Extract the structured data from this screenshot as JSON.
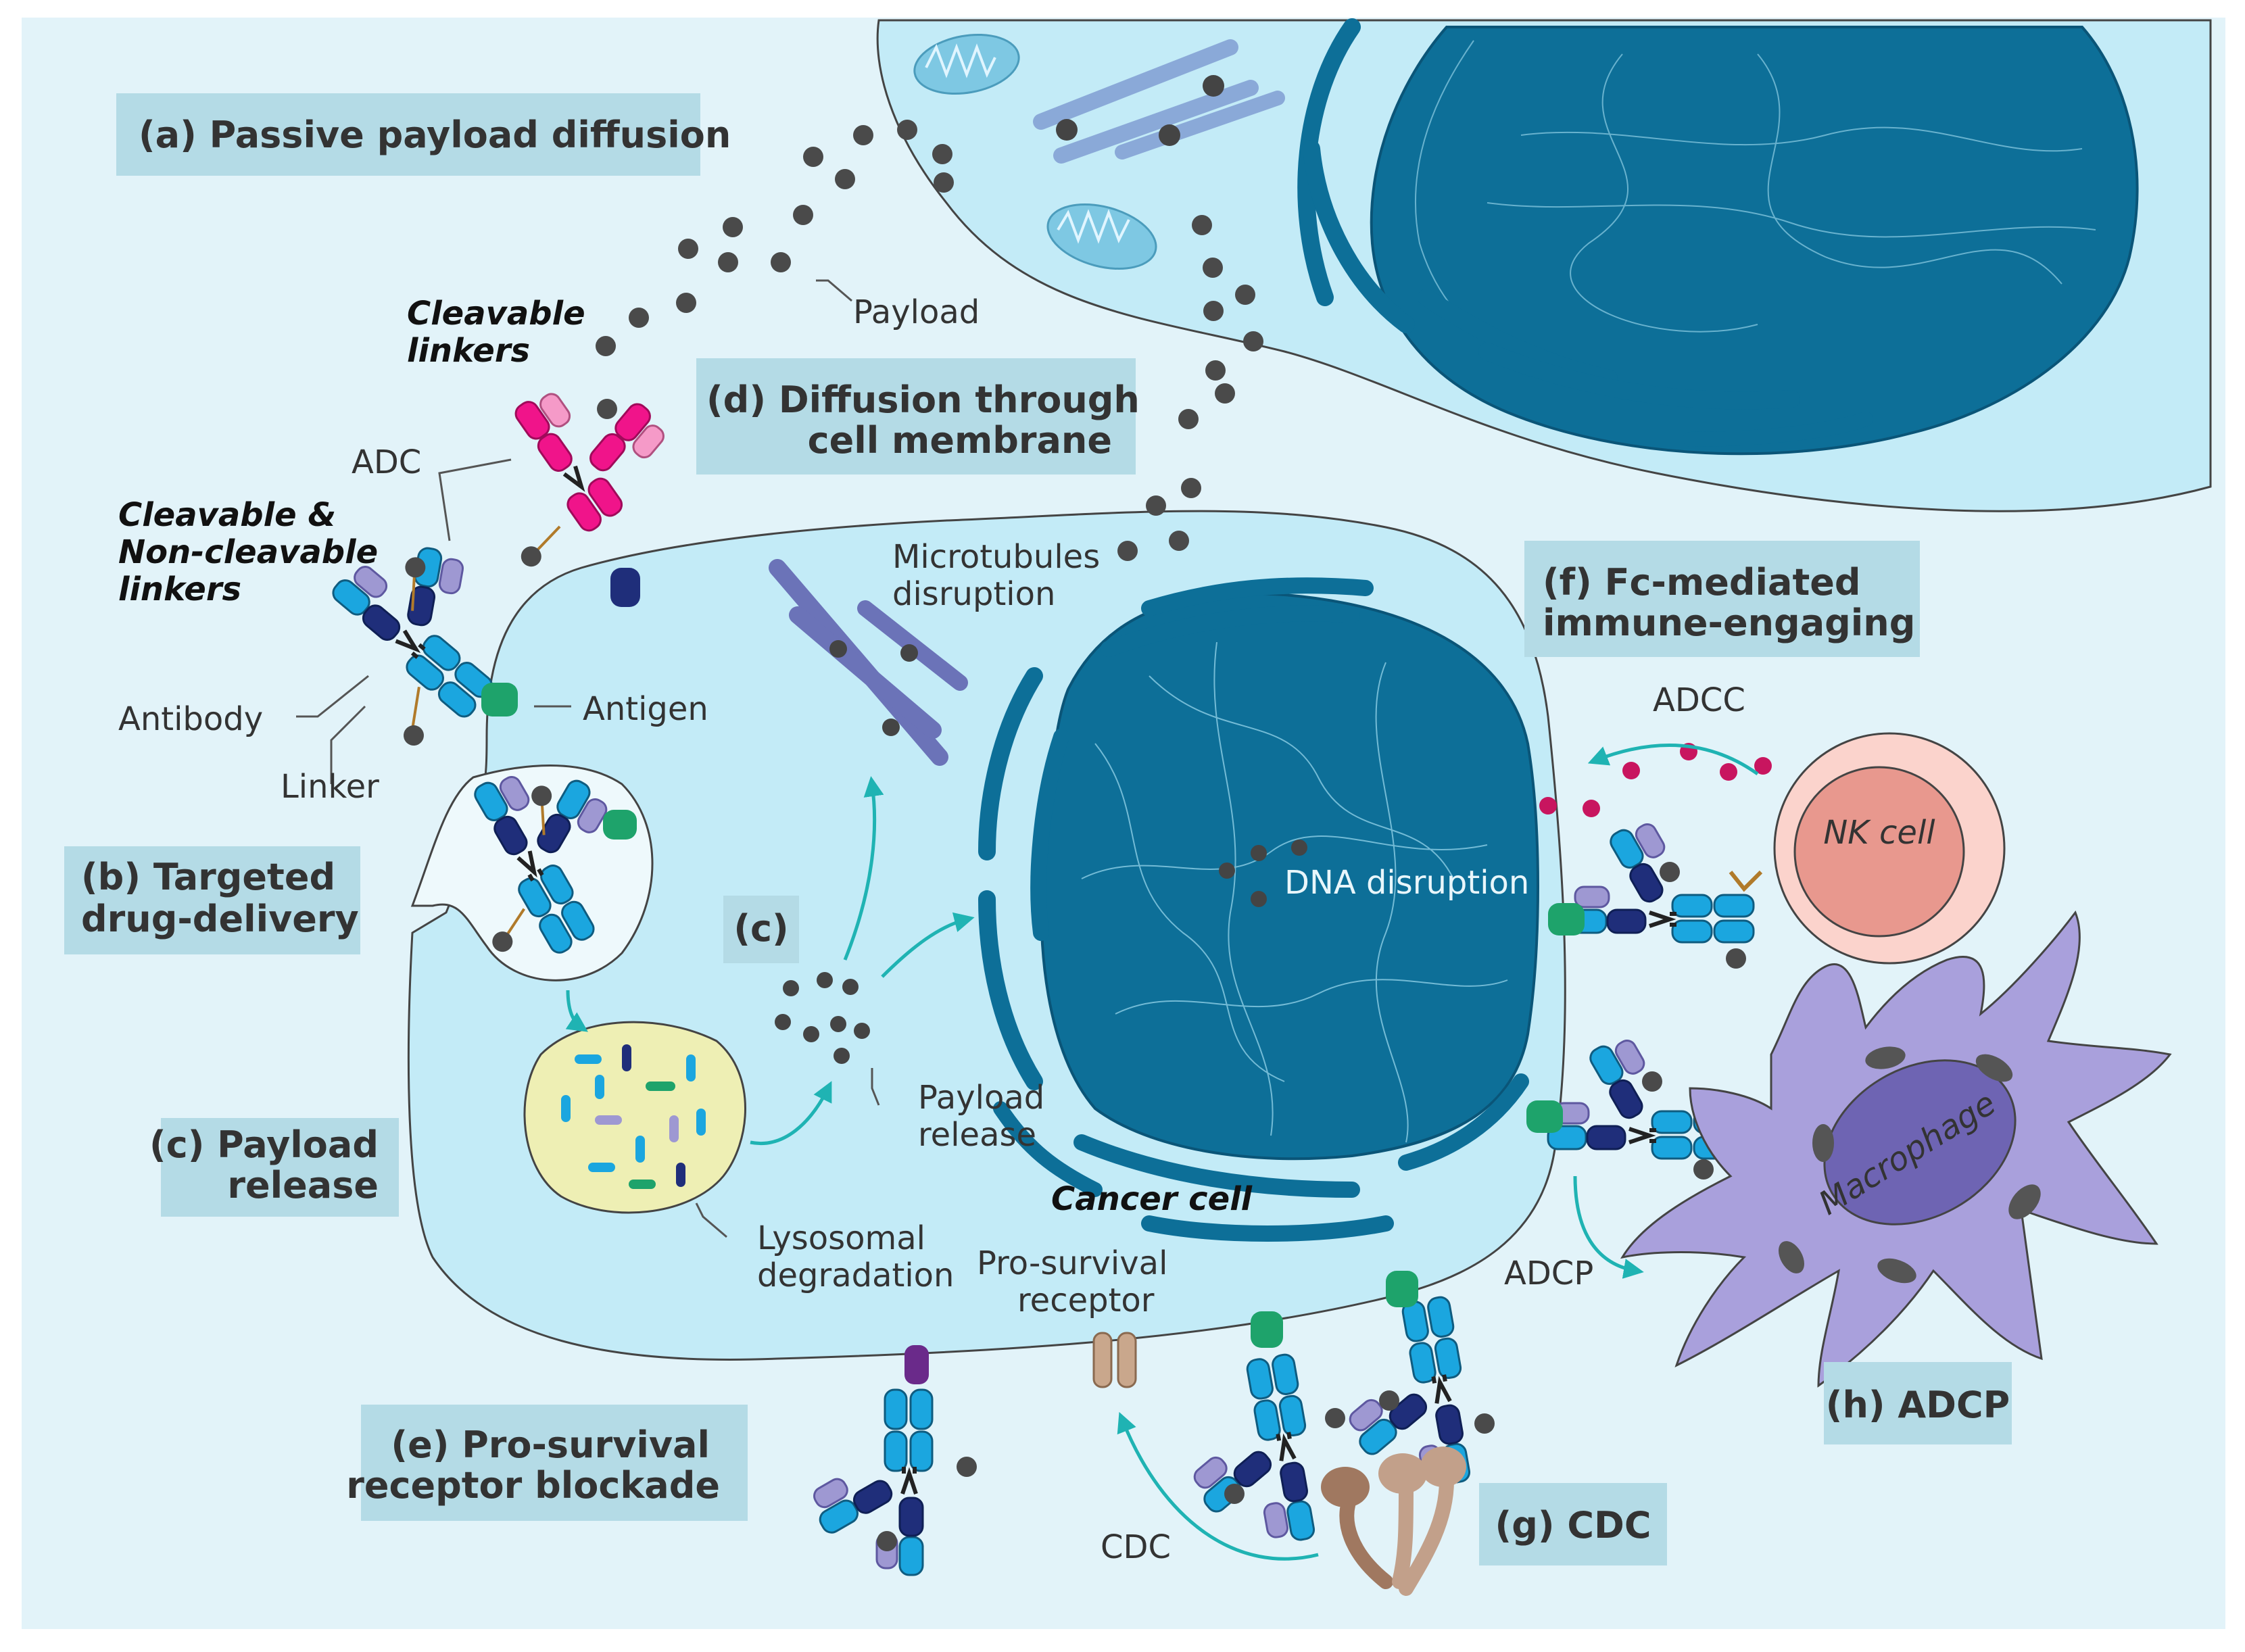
{
  "titles": {
    "a": "(a) Passive payload diffusion",
    "b_line1": "(b) Targeted",
    "b_line2": "drug-delivery",
    "c_small": "(c)",
    "c_line1": "(c) Payload",
    "c_line2": "release",
    "d_line1": "(d) Diffusion through",
    "d_line2": "cell membrane",
    "e_line1": "(e) Pro-survival",
    "e_line2": "receptor blockade",
    "f_line1": "(f) Fc-mediated",
    "f_line2": "immune-engaging",
    "g": "(g) CDC",
    "h": "(h) ADCP"
  },
  "labels": {
    "cleavable_1": "Cleavable",
    "cleavable_2": "linkers",
    "both_1": "Cleavable &",
    "both_2": "Non-cleavable",
    "both_3": "linkers",
    "adc": "ADC",
    "antibody": "Antibody",
    "linker": "Linker",
    "antigen": "Antigen",
    "payload": "Payload",
    "microtubules_1": "Microtubules",
    "microtubules_2": "disruption",
    "dna": "DNA disruption",
    "payload_release_1": "Payload",
    "payload_release_2": "release",
    "lysosomal_1": "Lysosomal",
    "lysosomal_2": "degradation",
    "cancer_cell": "Cancer cell",
    "pro_survival_1": "Pro-survival",
    "pro_survival_2": "receptor",
    "adcc": "ADCC",
    "adcp": "ADCP",
    "cdc": "CDC",
    "nk_cell": "NK cell",
    "macrophage": "Macrophage"
  },
  "colors": {
    "background": "#e2f3f9",
    "cell": "#c3ebf7",
    "nucleus": "#0d6f98",
    "title_box": "#b4dbe6",
    "payload": "#4a4a4a",
    "arrow": "#1fb3b3",
    "antibody_heavy": "#1ba6df",
    "antibody_dark": "#1f2e7a",
    "antibody_light": "#9e98d2",
    "antigen": "#1ea36b",
    "adc_pink": "#f0148a",
    "microtubule": "#6b73b8",
    "lysosome": "#eeefb4",
    "nk_outer": "#fbd3cc",
    "nk_inner": "#e8988e",
    "macrophage": "#a9a0dc",
    "macrophage_nucleus": "#6e64b3",
    "cytokine": "#c8155f",
    "complement": "#b08a74",
    "receptor": "#6a2a8a"
  }
}
